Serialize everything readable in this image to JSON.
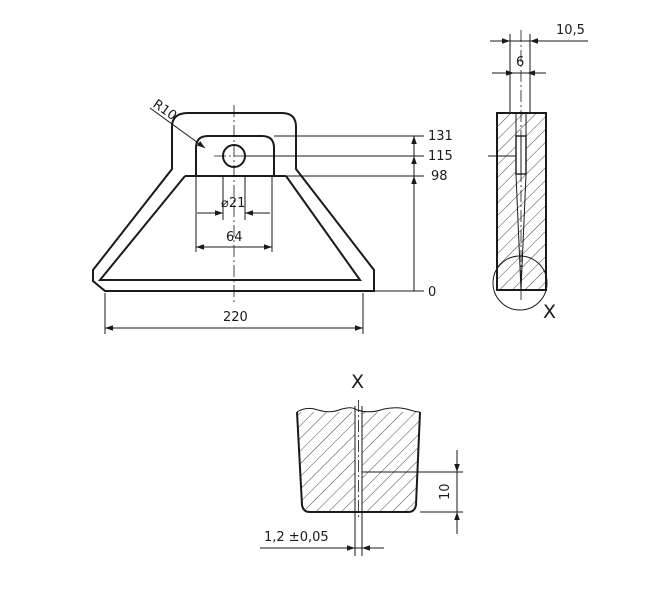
{
  "front_view": {
    "radius_label": "R10",
    "diameter_label": "⌀21",
    "width_bottom_label": "220",
    "width_inner_label": "64",
    "height_labels": [
      "131",
      "115",
      "98",
      "0"
    ]
  },
  "side_view": {
    "width_top_label": "10,5",
    "slot_width_label": "6",
    "detail_marker": "X"
  },
  "detail_view": {
    "title": "X",
    "height_label": "10",
    "gap_label": "1,2 ±0,05"
  }
}
